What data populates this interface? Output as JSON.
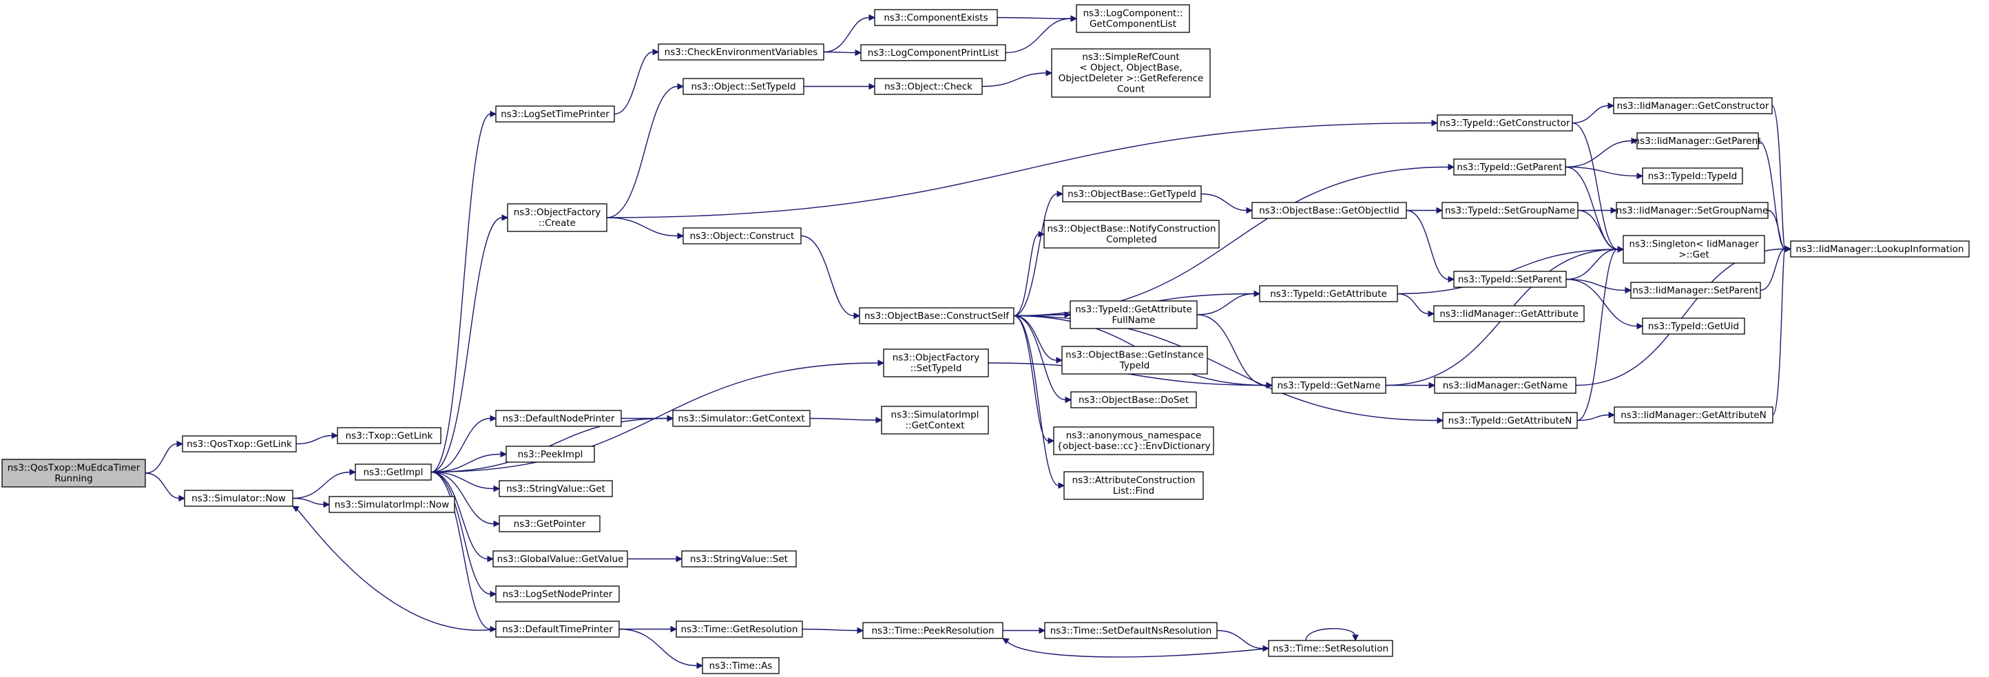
{
  "colors": {
    "edge": "#191970",
    "node_fill": "#ffffff",
    "root_fill": "#bfbfbf",
    "border": "#000000"
  },
  "nodes": [
    {
      "id": "root",
      "lines": [
        "ns3::QosTxop::MuEdcaTimer",
        "Running"
      ],
      "root": true
    },
    {
      "id": "getlink",
      "lines": [
        "ns3::QosTxop::GetLink"
      ]
    },
    {
      "id": "txlink",
      "lines": [
        "ns3::Txop::GetLink"
      ]
    },
    {
      "id": "simnow",
      "lines": [
        "ns3::Simulator::Now"
      ]
    },
    {
      "id": "simimplnow",
      "lines": [
        "ns3::SimulatorImpl::Now"
      ]
    },
    {
      "id": "getimpl",
      "lines": [
        "ns3::GetImpl"
      ]
    },
    {
      "id": "logsettime",
      "lines": [
        "ns3::LogSetTimePrinter"
      ]
    },
    {
      "id": "checkenv",
      "lines": [
        "ns3::CheckEnvironmentVariables"
      ]
    },
    {
      "id": "compexists",
      "lines": [
        "ns3::ComponentExists"
      ]
    },
    {
      "id": "logcompprint",
      "lines": [
        "ns3::LogComponentPrintList"
      ]
    },
    {
      "id": "logcompget",
      "lines": [
        "ns3::LogComponent::",
        "GetComponentList"
      ]
    },
    {
      "id": "objfcreate",
      "lines": [
        "ns3::ObjectFactory",
        "::Create"
      ]
    },
    {
      "id": "objsettid",
      "lines": [
        "ns3::Object::SetTypeId"
      ]
    },
    {
      "id": "objcheck",
      "lines": [
        "ns3::Object::Check"
      ]
    },
    {
      "id": "simplerc",
      "lines": [
        "ns3::SimpleRefCount",
        "< Object, ObjectBase,",
        "ObjectDeleter >::GetReference",
        "Count"
      ]
    },
    {
      "id": "objconstruct",
      "lines": [
        "ns3::Object::Construct"
      ]
    },
    {
      "id": "constructself",
      "lines": [
        "ns3::ObjectBase::ConstructSelf"
      ]
    },
    {
      "id": "objfsettid",
      "lines": [
        "ns3::ObjectFactory",
        "::SetTypeId"
      ]
    },
    {
      "id": "defnodeprinter",
      "lines": [
        "ns3::DefaultNodePrinter"
      ]
    },
    {
      "id": "simgetctx",
      "lines": [
        "ns3::Simulator::GetContext"
      ]
    },
    {
      "id": "simimplgetctx",
      "lines": [
        "ns3::SimulatorImpl",
        "::GetContext"
      ]
    },
    {
      "id": "peekimpl",
      "lines": [
        "ns3::PeekImpl"
      ]
    },
    {
      "id": "strvalget",
      "lines": [
        "ns3::StringValue::Get"
      ]
    },
    {
      "id": "getpointer",
      "lines": [
        "ns3::GetPointer"
      ]
    },
    {
      "id": "gvgetvalue",
      "lines": [
        "ns3::GlobalValue::GetValue"
      ]
    },
    {
      "id": "strvalset",
      "lines": [
        "ns3::StringValue::Set"
      ]
    },
    {
      "id": "logsetnode",
      "lines": [
        "ns3::LogSetNodePrinter"
      ]
    },
    {
      "id": "deftimeprinter",
      "lines": [
        "ns3::DefaultTimePrinter"
      ]
    },
    {
      "id": "timegetres",
      "lines": [
        "ns3::Time::GetResolution"
      ]
    },
    {
      "id": "timepeekres",
      "lines": [
        "ns3::Time::PeekResolution"
      ]
    },
    {
      "id": "timesetdefns",
      "lines": [
        "ns3::Time::SetDefaultNsResolution"
      ]
    },
    {
      "id": "timesetres",
      "lines": [
        "ns3::Time::SetResolution"
      ]
    },
    {
      "id": "timeas",
      "lines": [
        "ns3::Time::As"
      ]
    },
    {
      "id": "obgettid",
      "lines": [
        "ns3::ObjectBase::GetTypeId"
      ]
    },
    {
      "id": "obnotify",
      "lines": [
        "ns3::ObjectBase::NotifyConstruction",
        "Completed"
      ]
    },
    {
      "id": "tidgetattrfull",
      "lines": [
        "ns3::TypeId::GetAttribute",
        "FullName"
      ]
    },
    {
      "id": "obgetinst",
      "lines": [
        "ns3::ObjectBase::GetInstance",
        "TypeId"
      ]
    },
    {
      "id": "obdoset",
      "lines": [
        "ns3::ObjectBase::DoSet"
      ]
    },
    {
      "id": "anonenv",
      "lines": [
        "ns3::anonymous_namespace",
        "{object-base::cc}::EnvDictionary"
      ]
    },
    {
      "id": "attrcfind",
      "lines": [
        "ns3::AttributeConstruction",
        "List::Find"
      ]
    },
    {
      "id": "obgetobjtid",
      "lines": [
        "ns3::ObjectBase::GetObjectIid"
      ]
    },
    {
      "id": "tidgetattr",
      "lines": [
        "ns3::TypeId::GetAttribute"
      ]
    },
    {
      "id": "tidgetname",
      "lines": [
        "ns3::TypeId::GetName"
      ]
    },
    {
      "id": "tidgetctor",
      "lines": [
        "ns3::TypeId::GetConstructor"
      ]
    },
    {
      "id": "tidgetparent",
      "lines": [
        "ns3::TypeId::GetParent"
      ]
    },
    {
      "id": "tidsetgroup",
      "lines": [
        "ns3::TypeId::SetGroupName"
      ]
    },
    {
      "id": "tidsetparent",
      "lines": [
        "ns3::TypeId::SetParent"
      ]
    },
    {
      "id": "singleton",
      "lines": [
        "ns3::Singleton< IidManager",
        ">::Get"
      ]
    },
    {
      "id": "iidgetattr",
      "lines": [
        "ns3::IidManager::GetAttribute"
      ]
    },
    {
      "id": "iidgetname",
      "lines": [
        "ns3::IidManager::GetName"
      ]
    },
    {
      "id": "tidgetattrn",
      "lines": [
        "ns3::TypeId::GetAttributeN"
      ]
    },
    {
      "id": "iidgetattrn",
      "lines": [
        "ns3::IidManager::GetAttributeN"
      ]
    },
    {
      "id": "iidgetctor",
      "lines": [
        "ns3::IidManager::GetConstructor"
      ]
    },
    {
      "id": "iidgetparent",
      "lines": [
        "ns3::IidManager::GetParent"
      ]
    },
    {
      "id": "tidtypeid",
      "lines": [
        "ns3::TypeId::TypeId"
      ]
    },
    {
      "id": "iidsetgroup",
      "lines": [
        "ns3::IidManager::SetGroupName"
      ]
    },
    {
      "id": "iidsetparent",
      "lines": [
        "ns3::IidManager::SetParent"
      ]
    },
    {
      "id": "tidgetuid",
      "lines": [
        "ns3::TypeId::GetUid"
      ]
    },
    {
      "id": "iidlookup",
      "lines": [
        "ns3::IidManager::LookupInformation"
      ]
    }
  ],
  "edges": [
    [
      "root",
      "getlink"
    ],
    [
      "root",
      "simnow"
    ],
    [
      "getlink",
      "txlink"
    ],
    [
      "simnow",
      "simimplnow"
    ],
    [
      "simnow",
      "getimpl"
    ],
    [
      "getimpl",
      "logsettime"
    ],
    [
      "getimpl",
      "objfcreate"
    ],
    [
      "getimpl",
      "objfsettid"
    ],
    [
      "getimpl",
      "simgetctx"
    ],
    [
      "getimpl",
      "defnodeprinter"
    ],
    [
      "getimpl",
      "peekimpl"
    ],
    [
      "getimpl",
      "strvalget"
    ],
    [
      "getimpl",
      "getpointer"
    ],
    [
      "getimpl",
      "gvgetvalue"
    ],
    [
      "getimpl",
      "logsetnode"
    ],
    [
      "getimpl",
      "deftimeprinter"
    ],
    [
      "logsettime",
      "checkenv"
    ],
    [
      "checkenv",
      "compexists"
    ],
    [
      "checkenv",
      "logcompprint"
    ],
    [
      "compexists",
      "logcompget"
    ],
    [
      "logcompprint",
      "logcompget"
    ],
    [
      "objfcreate",
      "objsettid"
    ],
    [
      "objfcreate",
      "objconstruct"
    ],
    [
      "objfcreate",
      "tidgetctor"
    ],
    [
      "objsettid",
      "objcheck"
    ],
    [
      "objcheck",
      "simplerc"
    ],
    [
      "objconstruct",
      "constructself"
    ],
    [
      "objfsettid",
      "tidgetname"
    ],
    [
      "defnodeprinter",
      "simgetctx"
    ],
    [
      "simgetctx",
      "simimplgetctx"
    ],
    [
      "gvgetvalue",
      "strvalset"
    ],
    [
      "deftimeprinter",
      "simnow"
    ],
    [
      "deftimeprinter",
      "timegetres"
    ],
    [
      "deftimeprinter",
      "timeas"
    ],
    [
      "timegetres",
      "timepeekres"
    ],
    [
      "timepeekres",
      "timesetdefns"
    ],
    [
      "timesetdefns",
      "timesetres"
    ],
    [
      "timesetres",
      "timepeekres"
    ],
    [
      "timesetres",
      "timesetres"
    ],
    [
      "constructself",
      "obgettid"
    ],
    [
      "constructself",
      "obnotify"
    ],
    [
      "constructself",
      "tidgetattrfull"
    ],
    [
      "constructself",
      "obgetinst"
    ],
    [
      "constructself",
      "obdoset"
    ],
    [
      "constructself",
      "anonenv"
    ],
    [
      "constructself",
      "attrcfind"
    ],
    [
      "constructself",
      "tidgetattr"
    ],
    [
      "constructself",
      "tidgetname"
    ],
    [
      "constructself",
      "tidgetparent"
    ],
    [
      "constructself",
      "tidgetattrn"
    ],
    [
      "obgettid",
      "obgetobjtid"
    ],
    [
      "obgetobjtid",
      "tidsetgroup"
    ],
    [
      "obgetobjtid",
      "tidsetparent"
    ],
    [
      "tidgetattrfull",
      "tidgetattr"
    ],
    [
      "tidgetattrfull",
      "tidgetname"
    ],
    [
      "tidgetattr",
      "iidgetattr"
    ],
    [
      "tidgetattr",
      "singleton"
    ],
    [
      "tidgetname",
      "iidgetname"
    ],
    [
      "tidgetname",
      "singleton"
    ],
    [
      "tidgetctor",
      "iidgetctor"
    ],
    [
      "tidgetctor",
      "singleton"
    ],
    [
      "tidgetparent",
      "iidgetparent"
    ],
    [
      "tidgetparent",
      "tidtypeid"
    ],
    [
      "tidgetparent",
      "singleton"
    ],
    [
      "tidsetgroup",
      "iidsetgroup"
    ],
    [
      "tidsetgroup",
      "singleton"
    ],
    [
      "tidsetparent",
      "singleton"
    ],
    [
      "tidsetparent",
      "iidsetparent"
    ],
    [
      "tidsetparent",
      "tidgetuid"
    ],
    [
      "tidgetattrn",
      "iidgetattrn"
    ],
    [
      "tidgetattrn",
      "singleton"
    ],
    [
      "iidgetctor",
      "iidlookup"
    ],
    [
      "iidgetparent",
      "iidlookup"
    ],
    [
      "iidsetgroup",
      "iidlookup"
    ],
    [
      "iidsetparent",
      "iidlookup"
    ],
    [
      "iidgetname",
      "iidlookup"
    ],
    [
      "iidgetattrn",
      "iidlookup"
    ]
  ]
}
